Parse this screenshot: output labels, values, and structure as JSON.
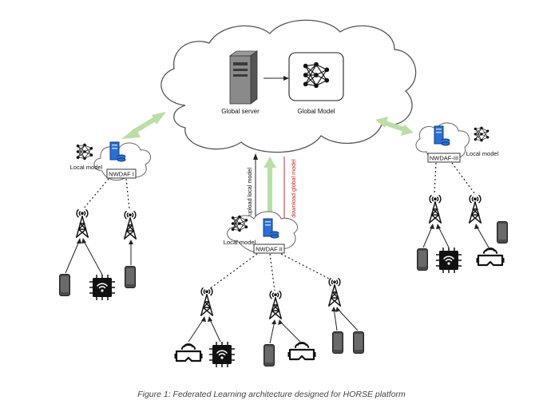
{
  "global_cloud": {
    "server_label": "Global server",
    "model_label": "Global Model"
  },
  "nodes": [
    {
      "nwdaf_label": "NWDAF I",
      "local_model_label": "Local model"
    },
    {
      "nwdaf_label": "NWDAF II",
      "local_model_label": "Local model"
    },
    {
      "nwdaf_label": "NWDAF-III",
      "local_model_label": "Local model"
    }
  ],
  "links": {
    "upload_label": "upload local model",
    "download_label": "download global model"
  },
  "caption": "Figure 1: Federated Learning architecture designed for HORSE platform",
  "colors": {
    "sync_arrow": "#b9dfa6",
    "download_arrow": "#e02020",
    "server_blue": "#2a6fd6",
    "line": "#222222"
  },
  "icons": [
    "cloud-icon",
    "server-icon",
    "neural-network-icon",
    "cell-tower-icon",
    "smartphone-icon",
    "iot-chip-icon",
    "vr-headset-icon"
  ]
}
